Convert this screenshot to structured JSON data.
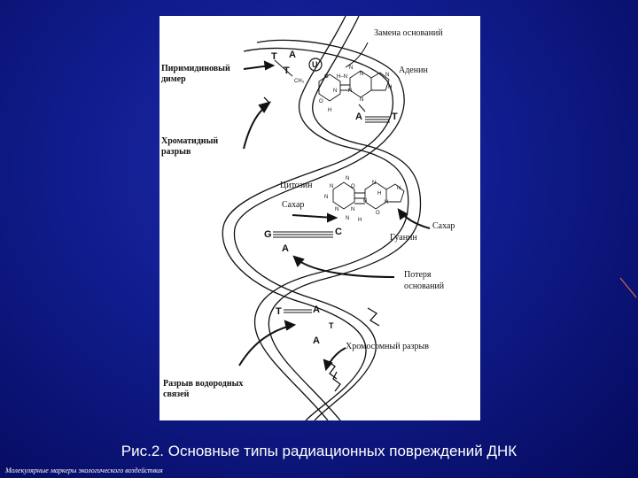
{
  "slide": {
    "caption": "Рис.2. Основные типы радиационных повреждений ДНК",
    "footer": "Молекулярные маркеры экологического воздействия"
  },
  "figure": {
    "labels": {
      "base_substitution": "Замена оснований",
      "pyrimidine_dimer_1": "Пиримидиновый",
      "pyrimidine_dimer_2": "димер",
      "adenine": "Аденин",
      "chromatid_break_1": "Хроматидный",
      "chromatid_break_2": "разрыв",
      "cytosine": "Цитозин",
      "sugar_1": "Сахар",
      "sugar_2": "Сахар",
      "guanine": "Гуанин",
      "base_loss_1": "Потеря",
      "base_loss_2": "оснований",
      "chromosome_break": "Хромосомный разрыв",
      "hydrogen_bond_break_1": "Разрыв водородных",
      "hydrogen_bond_break_2": "связей"
    },
    "bases": {
      "dimer_t1": "T",
      "dimer_a": "A",
      "dimer_t2": "T",
      "uracil": "U",
      "pair1_left": "A",
      "pair1_right": "T",
      "pair2_left": "G",
      "pair2_right": "C",
      "lone_a": "A",
      "pair3_left": "T",
      "pair3_right": "A",
      "lower_t": "T",
      "lower_a": "A"
    },
    "atoms": {
      "u_n": "N",
      "ch3": "CH₃",
      "o1": "O",
      "h_n": "H–N",
      "n1": "N",
      "n2": "N",
      "n3": "N",
      "n4": "N",
      "h1": "H",
      "o2": "O",
      "n5": "N",
      "h2": "H",
      "n6": "N",
      "n7": "N",
      "o3": "O",
      "n8": "N",
      "n9": "N",
      "n10": "N",
      "h3": "H",
      "n11": "N",
      "h4": "H",
      "n12": "N",
      "n13": "N",
      "o4": "O",
      "n14": "N",
      "h5": "H"
    }
  }
}
